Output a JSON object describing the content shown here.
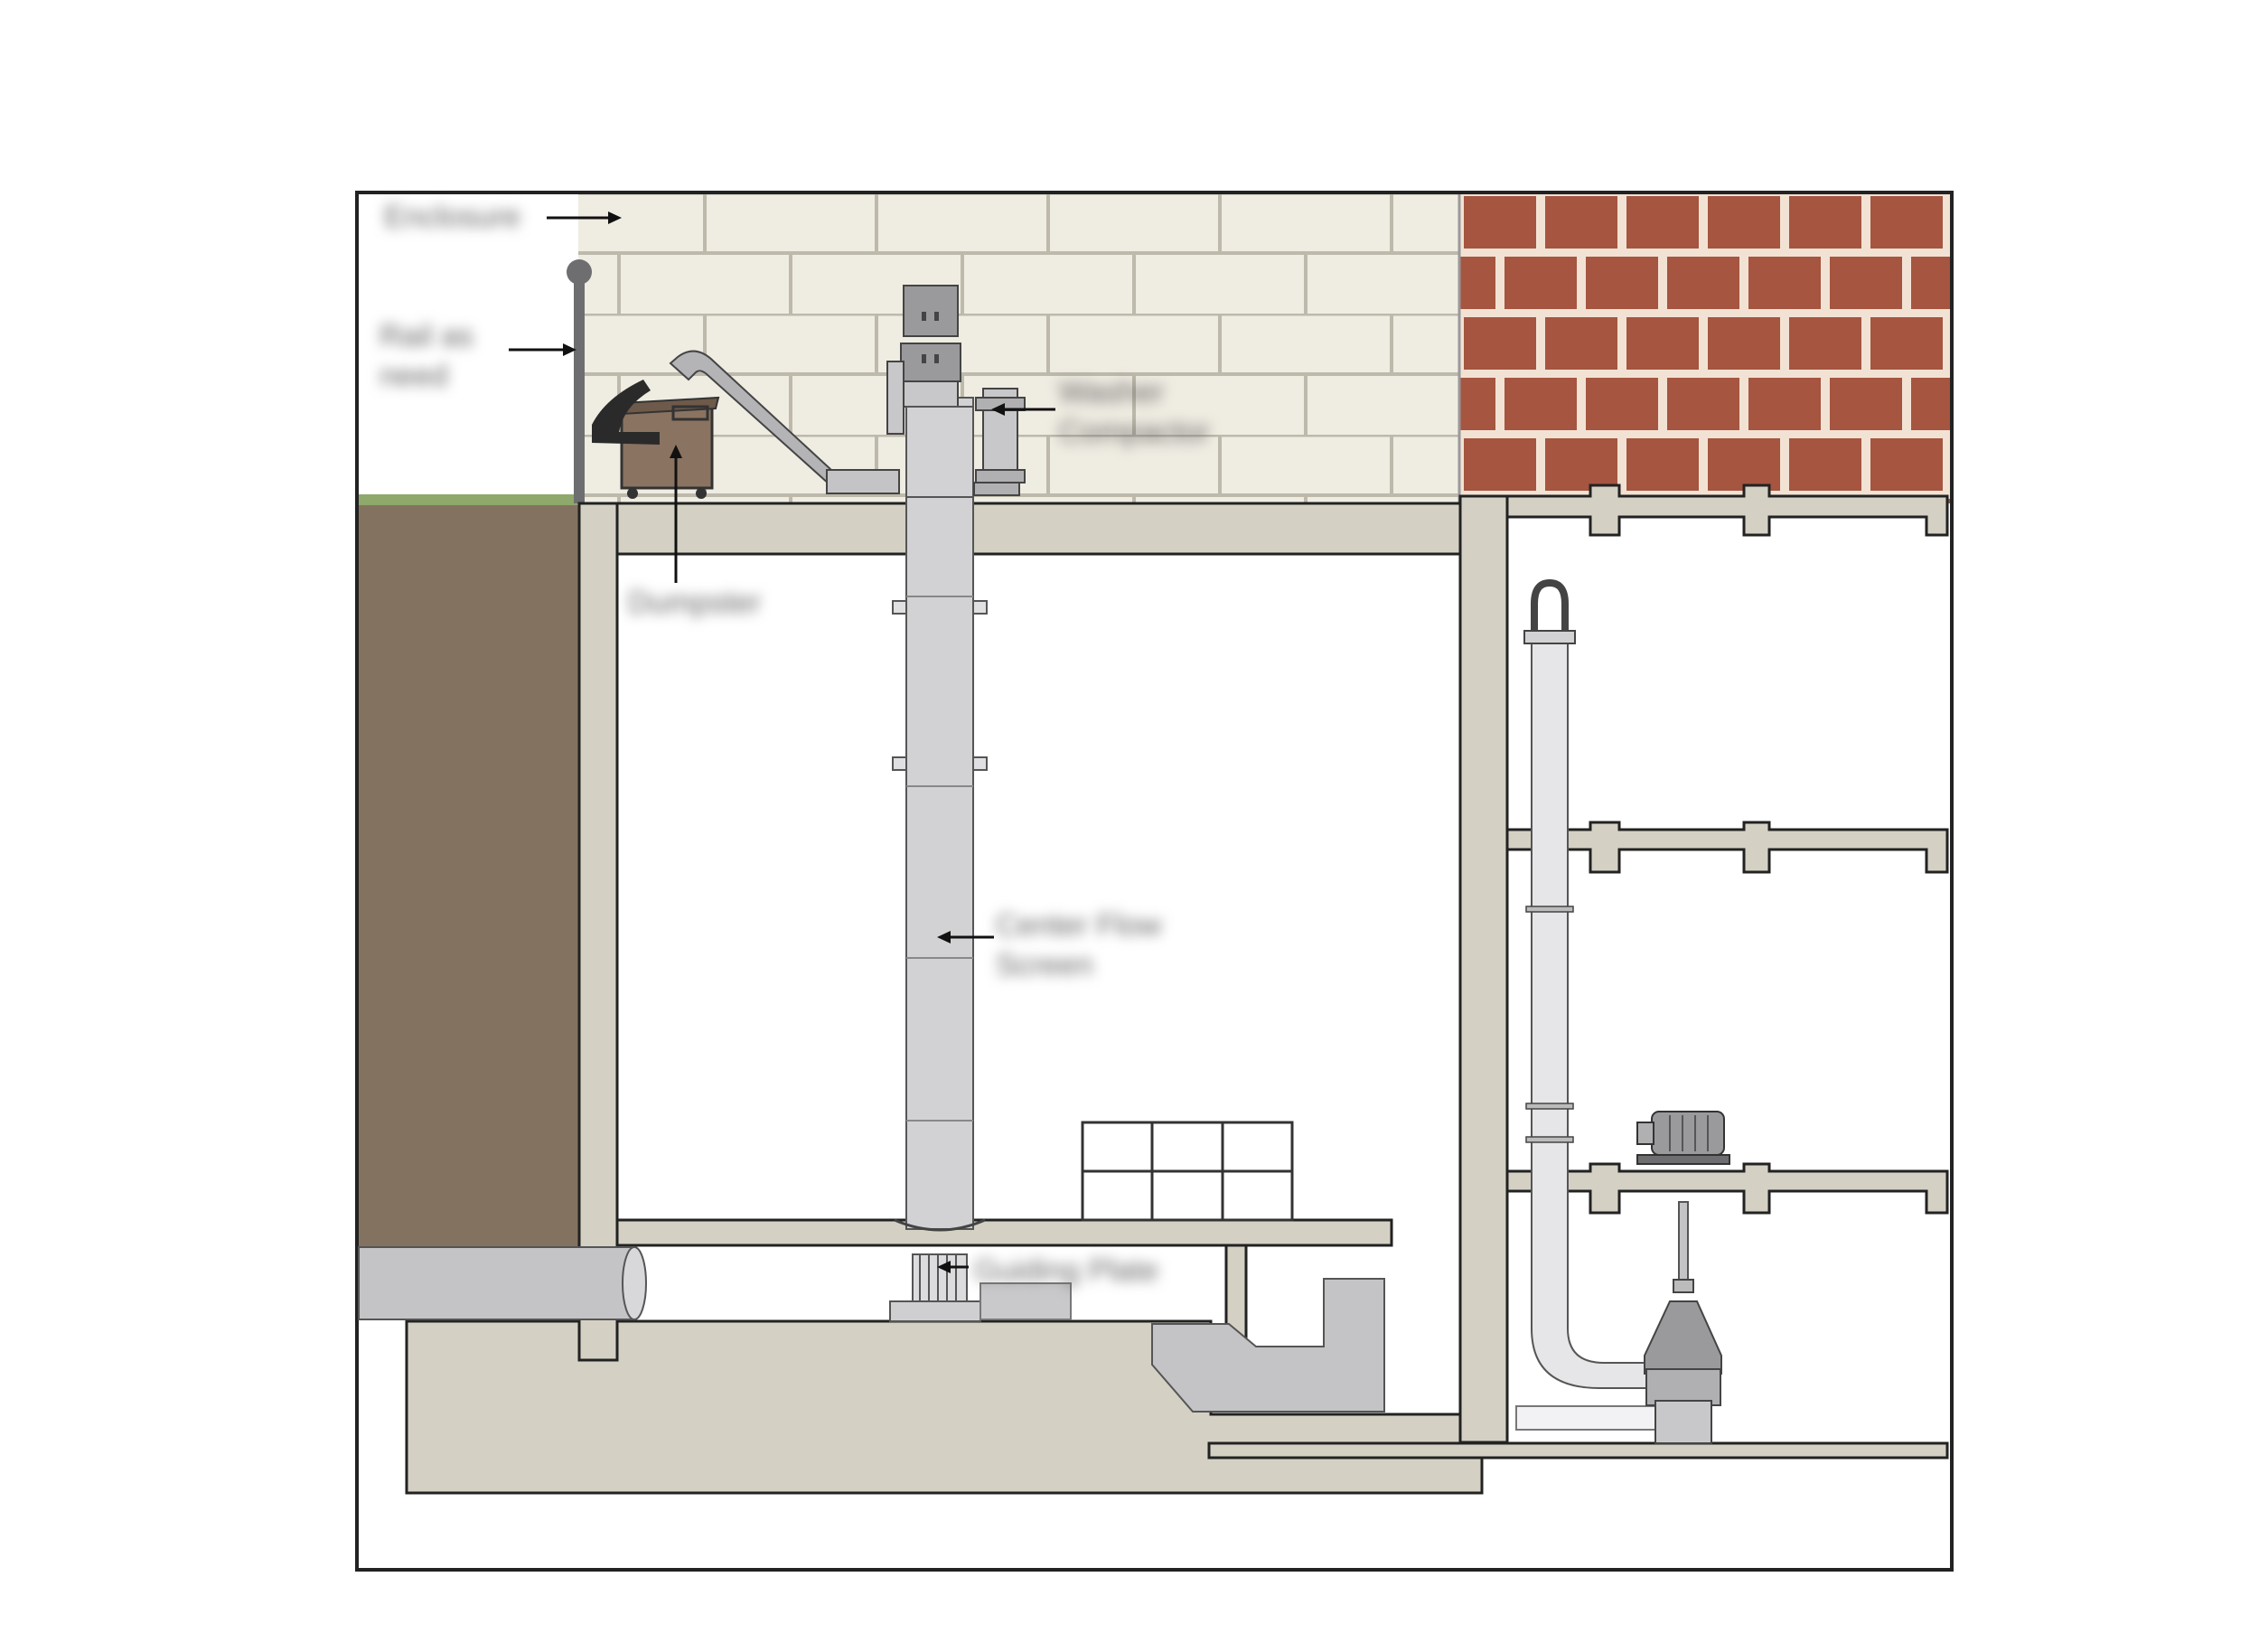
{
  "diagram": {
    "colors": {
      "outline": "#222222",
      "soil": "#847260",
      "grass": "#8fa86b",
      "concrete": "#d4d1c4",
      "block_wall": "#efece2",
      "block_mortar": "#bdb9ab",
      "brick": "#a55540",
      "brick_mortar": "#f2e2d4",
      "metal": "#d2d2d4",
      "metal_dark": "#9a9a9c",
      "pipe": "#c4c4c6",
      "dumpster": "#8a7361",
      "hood": "#2a2a2a"
    },
    "labels": [
      {
        "id": "label-enclosure",
        "text": "Enclosure"
      },
      {
        "id": "label-rail",
        "text": "Rail as\nneed"
      },
      {
        "id": "label-dumpster",
        "text": "Dumpster"
      },
      {
        "id": "label-drive",
        "text": "Washer\nCompactor"
      },
      {
        "id": "label-screen",
        "text": "Center Flow\nScreen"
      },
      {
        "id": "label-grating",
        "text": "Guiding Plate"
      }
    ]
  }
}
